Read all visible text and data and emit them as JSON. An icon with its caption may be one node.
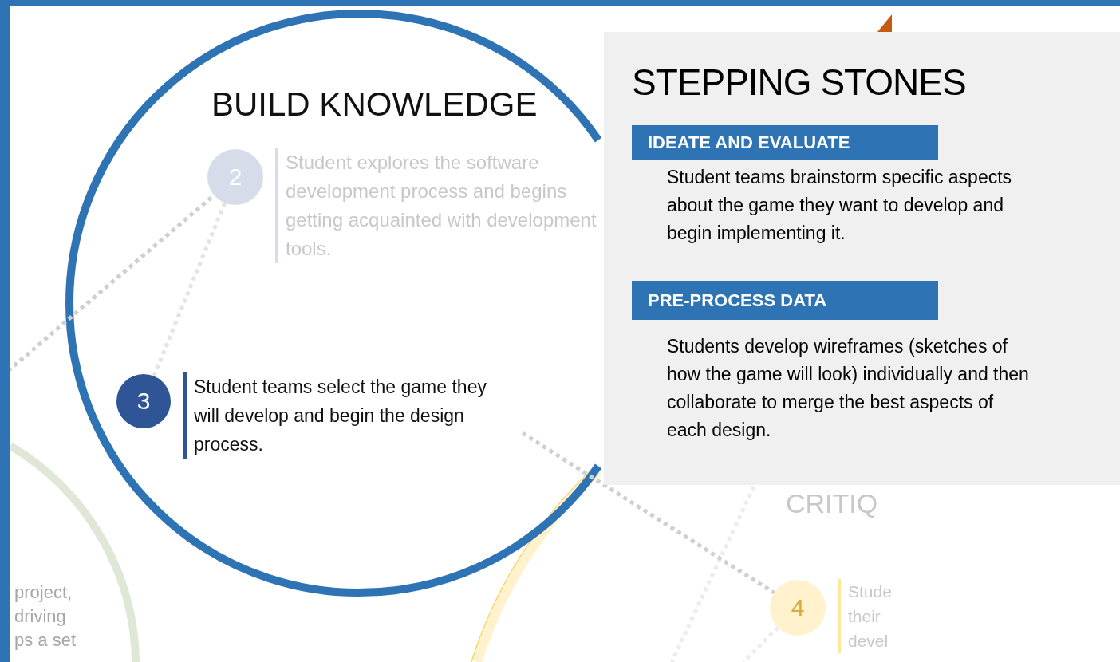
{
  "diagram": {
    "nodes": [
      {
        "text": [
          "BUILD KNOWLEDGE"
        ]
      },
      {
        "text": [
          "2"
        ],
        "in": 0,
        "beside": [
          "Student explores the software development process and begins getting acquainted with development tools."
        ]
      },
      {
        "text": [
          "3"
        ],
        "in": 0,
        "beside": [
          "Student teams select the game they will develop and begin the design process."
        ]
      },
      {
        "text": [
          "CRITIQ"
        ]
      },
      {
        "text": [
          "4"
        ],
        "in": 3,
        "beside": [
          "Stude their devel"
        ]
      },
      {
        "text": [
          "project, driving ps a set"
        ]
      },
      {
        "text": [
          "STEPPING STONES"
        ]
      },
      {
        "text": [
          "IDEATE AND EVALUATE"
        ],
        "in": 6,
        "beside": [
          "Student teams brainstorm specific aspects about the game they want to develop and begin implementing it."
        ]
      },
      {
        "text": [
          "PRE-PROCESS DATA"
        ],
        "in": 6,
        "beside": [
          "Students develop wireframes (sketches of how the game will look) individually and then collaborate to merge the best aspects of each design."
        ]
      }
    ],
    "edges": [
      {
        "from": null,
        "to": 1,
        "arrow": "none",
        "style": "dashed"
      },
      {
        "from": 1,
        "to": 2,
        "arrow": "none",
        "style": "dashed",
        "color": "#e4e4e4"
      },
      {
        "from": null,
        "to": 4,
        "arrow": "none",
        "style": "dashed"
      },
      {
        "from": 4,
        "to": null,
        "arrow": "none",
        "style": "dashed",
        "color": "#ededed"
      }
    ]
  }
}
